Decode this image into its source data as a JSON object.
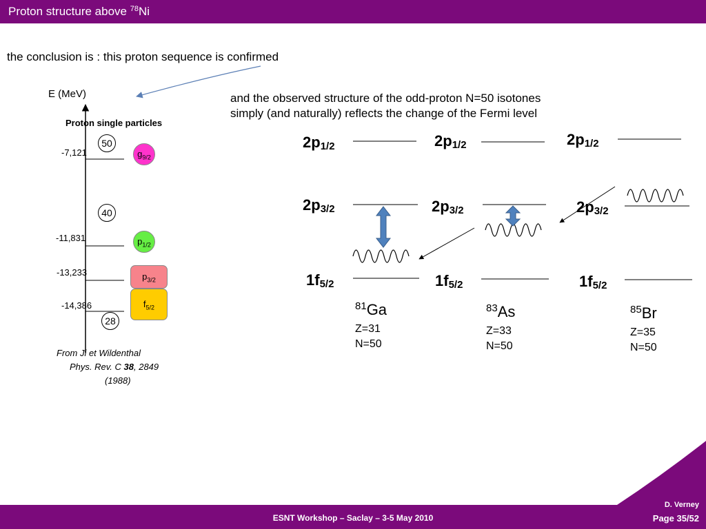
{
  "header": {
    "title_text": "Proton structure above ",
    "title_mass": "78",
    "title_element": "Ni"
  },
  "conclusion": "the conclusion is : this proton sequence is confirmed",
  "observed": {
    "line1": "and the observed structure of the odd-proton N=50 isotones",
    "line2": "simply (and naturally) reflects the change of the Fermi level"
  },
  "single_particle": {
    "axis_label": "E (MeV)",
    "title": "Proton single particles",
    "energies": [
      "-7,121",
      "-11,831",
      "-13,233",
      "-14,386"
    ],
    "magic_numbers": [
      "50",
      "40",
      "28"
    ],
    "orbitals": [
      {
        "letter": "g",
        "sub": "9/2",
        "color": "#ff33cc"
      },
      {
        "letter": "p",
        "sub": "1/2",
        "color": "#66ee44"
      },
      {
        "letter": "p",
        "sub": "3/2",
        "color": "#f7838b"
      },
      {
        "letter": "f",
        "sub": "5/2",
        "color": "#ffcc00"
      }
    ]
  },
  "reference": {
    "line1": "From Ji et Wildenthal",
    "journal": "Phys. Rev. C ",
    "volume": "38",
    "pages": ", 2849",
    "year": "(1988)"
  },
  "levels": {
    "p12_main": "2p",
    "p12_sub": "1/2",
    "p32_main": "2p",
    "p32_sub": "3/2",
    "f52_main": "1f",
    "f52_sub": "5/2"
  },
  "nuclei": [
    {
      "mass": "81",
      "element": "Ga",
      "z": "Z=31",
      "n": "N=50"
    },
    {
      "mass": "83",
      "element": "As",
      "z": "Z=33",
      "n": "N=50"
    },
    {
      "mass": "85",
      "element": "Br",
      "z": "Z=35",
      "n": "N=50"
    }
  ],
  "colors": {
    "brand": "#7b0a7b",
    "arrow_blue": "#4f81bd"
  },
  "footer": {
    "workshop": "ESNT Workshop –   Saclay –   3-5 May 2010",
    "author": "D. Verney",
    "page": "Page 35/52"
  }
}
